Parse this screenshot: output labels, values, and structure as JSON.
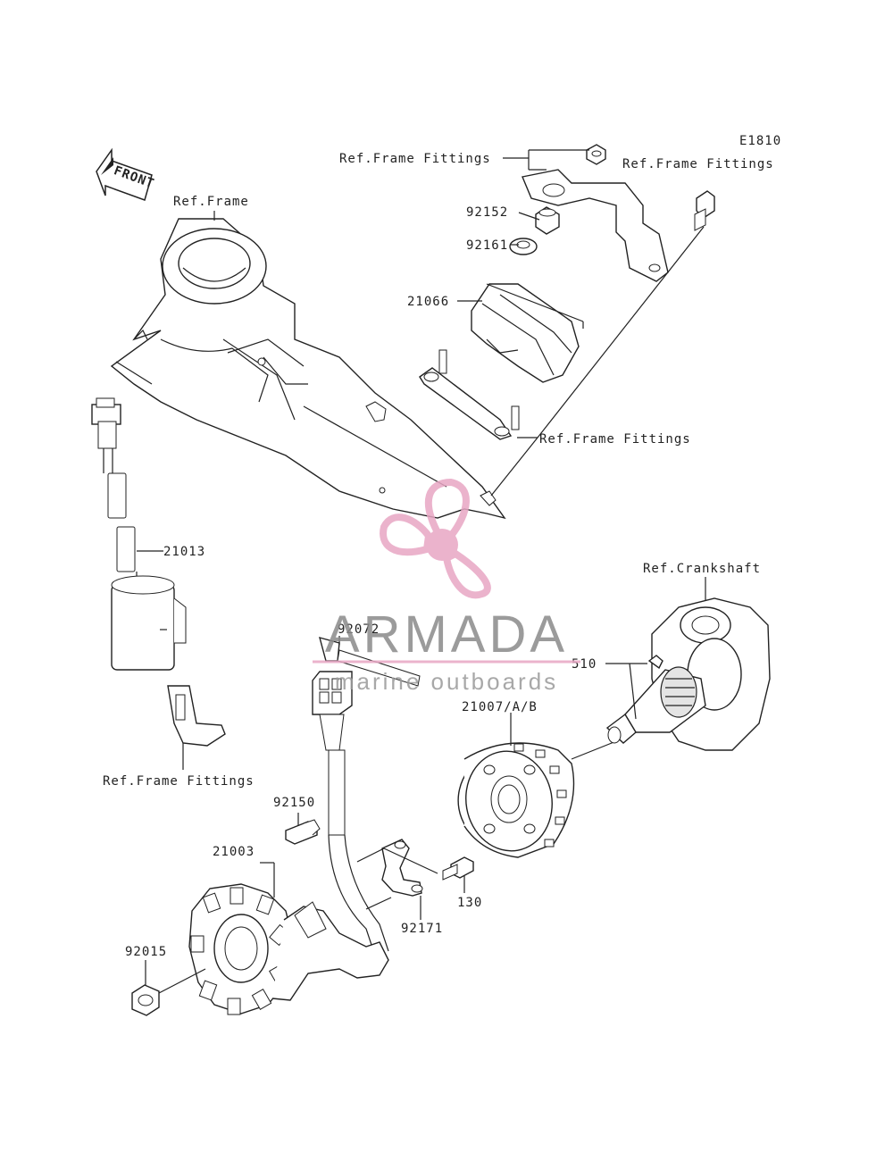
{
  "diagram_code": "E1810",
  "front_arrow_label": "FRONT",
  "labels": {
    "ref_frame": "Ref.Frame",
    "ref_frame_fittings_top_left": "Ref.Frame Fittings",
    "ref_frame_fittings_top_right": "Ref.Frame Fittings",
    "ref_frame_fittings_middle": "Ref.Frame Fittings",
    "ref_frame_fittings_bottom_left": "Ref.Frame Fittings",
    "ref_crankshaft": "Ref.Crankshaft"
  },
  "parts": {
    "p92152": "92152",
    "p92161": "92161",
    "p21066": "21066",
    "p21013": "21013",
    "p92072": "92072",
    "p510": "510",
    "p21007": "21007/A/B",
    "p92150": "92150",
    "p21003": "21003",
    "p130": "130",
    "p92171": "92171",
    "p92015": "92015"
  },
  "watermark": {
    "brand": "ARMADA",
    "tagline": "marine outboards",
    "color": "#e8a6c4"
  }
}
